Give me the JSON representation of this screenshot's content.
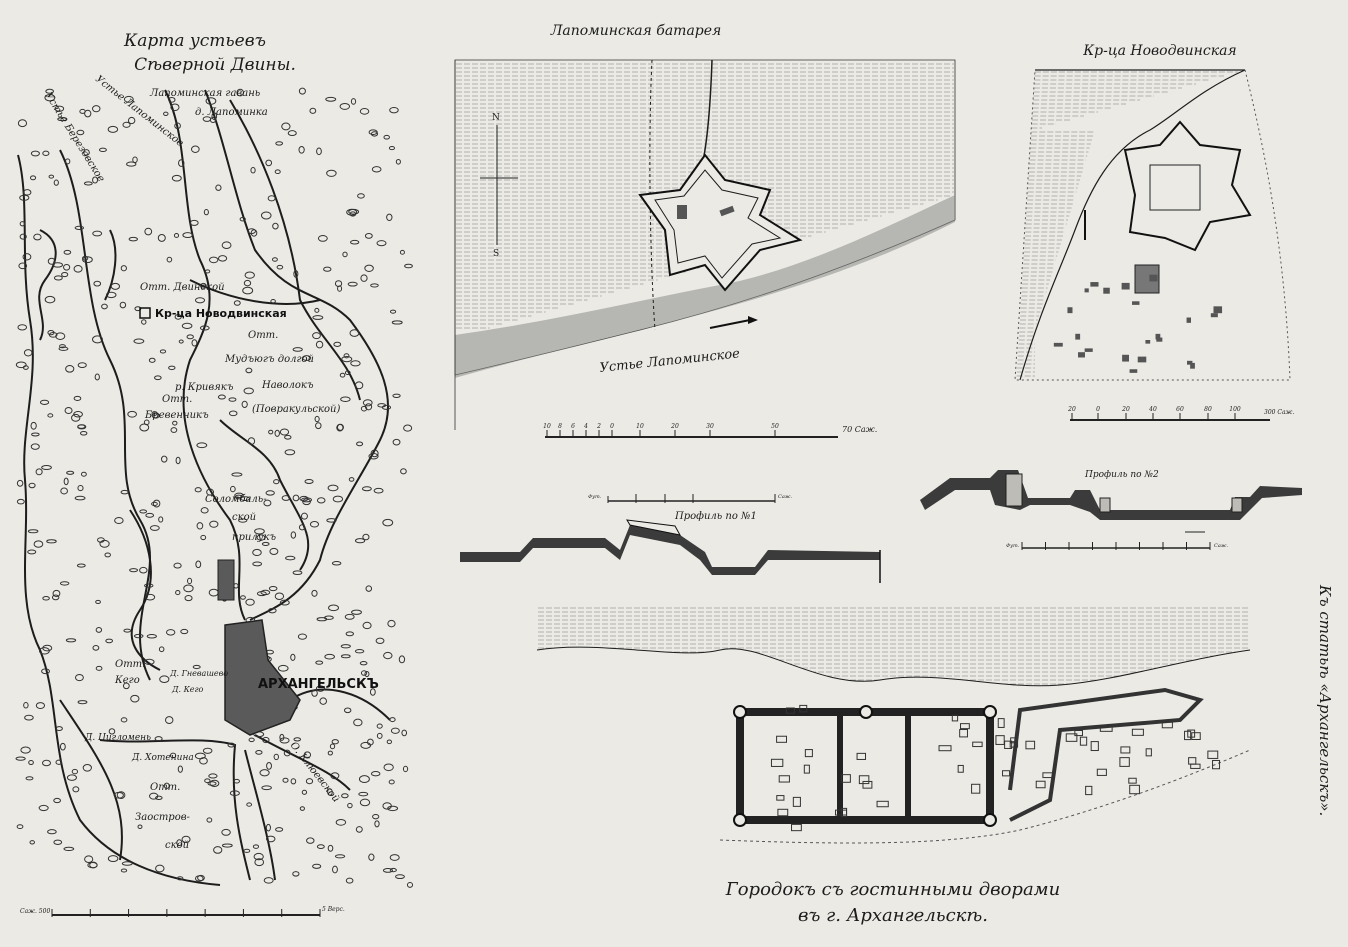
{
  "colors": {
    "paper": "#ebeae5",
    "ink": "#1d1d1d",
    "city": "#555555"
  },
  "left_map": {
    "title_line1": "Карта устьевъ",
    "title_line2": "Сѣверной Двины.",
    "labels": {
      "berezovskoe": "Устье Березовское",
      "lapominskoe": "Устье Лапоминское",
      "harbor": "Лапоминская гавань",
      "lapominka": "д. Лапоминка",
      "fortress": "Кр-ца Новодвинская",
      "dvinskoy": "Отт. Двинской",
      "brevennik_ost": "Отт.",
      "brevennik": "Бревенникъ",
      "krivyak": "р. Кривякъ",
      "mud_ost": "Отт.",
      "mud1": "Мудъюгъ долгой",
      "mud2": "Наволокъ",
      "mud3": "(Повракульской)",
      "solombala1": "Соломбаль-",
      "solombala2": "ской",
      "solombala3": "прилукъ",
      "city": "АРХАНГЕЛЬСКЪ",
      "kego_ost": "Отт.",
      "kego": "Кего",
      "gnevashevo": "Д. Гневашево",
      "d_kego": "Д. Кего",
      "tsiglomen": "Д. Цигломень",
      "khoteniha": "Д. Хотенина",
      "zaostr_ost": "Отт.",
      "zaostr1": "Заостров-",
      "zaostr2": "ской",
      "klyuevskoy": "О. Клюевской"
    },
    "scale_left": "Саж. 500",
    "scale_right": "5 Верс."
  },
  "battery": {
    "title": "Лапоминская батарея",
    "river_label": "Устье Лапоминское",
    "north": "N",
    "south": "S",
    "scale_ticks": [
      "10",
      "8",
      "6",
      "4",
      "2",
      "0",
      "10",
      "20",
      "30",
      "50"
    ],
    "scale_end": "70 Саж."
  },
  "fortress": {
    "title": "Кр-ца Новодвинская",
    "scale_ticks": [
      "20",
      "0",
      "20",
      "40",
      "60",
      "80",
      "100"
    ],
    "scale_end": "300 Саж."
  },
  "profiles": {
    "profile1": "Профиль по №1",
    "profile1_scale_left": "Фут.",
    "profile1_scale_right": "Саж.",
    "profile2": "Профиль по №2",
    "profile2_scale_left": "Фут.",
    "profile2_scale_right": "Саж."
  },
  "gorodok": {
    "caption_line1": "Городокъ съ гостинными дворами",
    "caption_line2": "въ г. Архангельскѣ."
  },
  "side_caption": "Къ статьѣ «Архангельскъ»."
}
